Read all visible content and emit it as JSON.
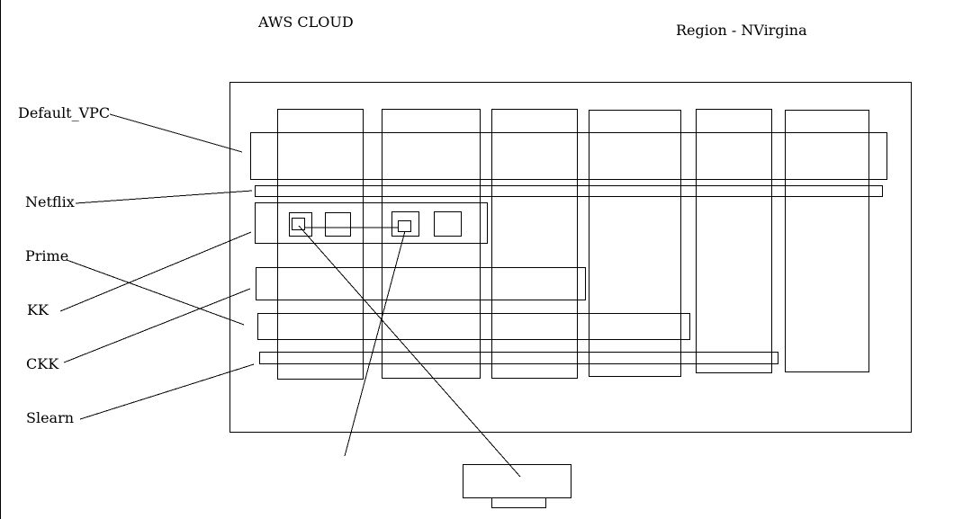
{
  "header": {
    "title": "AWS CLOUD",
    "region": "Region - NVirgina"
  },
  "labels": {
    "default_vpc": "Default_VPC",
    "netflix": "Netflix",
    "prime": "Prime",
    "kk": "KK",
    "ckk": "CKK",
    "slearn": "Slearn"
  }
}
